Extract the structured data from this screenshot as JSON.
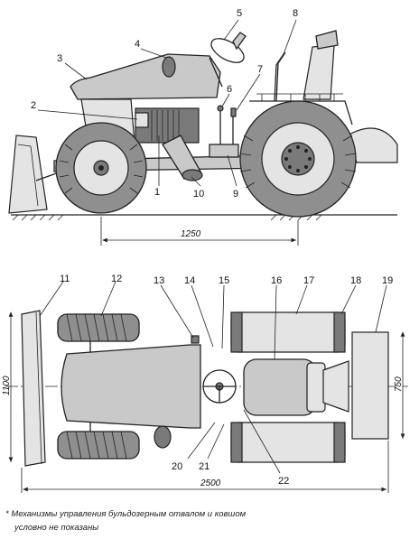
{
  "side_view": {
    "labels": [
      {
        "id": "1",
        "text": "1"
      },
      {
        "id": "2",
        "text": "2"
      },
      {
        "id": "3",
        "text": "3"
      },
      {
        "id": "4",
        "text": "4"
      },
      {
        "id": "5",
        "text": "5"
      },
      {
        "id": "6",
        "text": "6"
      },
      {
        "id": "7",
        "text": "7"
      },
      {
        "id": "8",
        "text": "8"
      },
      {
        "id": "9",
        "text": "9"
      },
      {
        "id": "10",
        "text": "10"
      }
    ],
    "wheelbase_dim": "1250"
  },
  "top_view": {
    "labels": [
      {
        "id": "11",
        "text": "11"
      },
      {
        "id": "12",
        "text": "12"
      },
      {
        "id": "13",
        "text": "13"
      },
      {
        "id": "14",
        "text": "14"
      },
      {
        "id": "15",
        "text": "15"
      },
      {
        "id": "16",
        "text": "16"
      },
      {
        "id": "17",
        "text": "17"
      },
      {
        "id": "18",
        "text": "18"
      },
      {
        "id": "19",
        "text": "19"
      },
      {
        "id": "20",
        "text": "20"
      },
      {
        "id": "21",
        "text": "21"
      },
      {
        "id": "22",
        "text": "22"
      }
    ],
    "width_dim": "1100",
    "track_dim": "750",
    "length_dim": "2500"
  },
  "footnote": {
    "line1": "* Механизмы управления бульдозерным отвалом и ковшом",
    "line2": "условно не показаны"
  }
}
